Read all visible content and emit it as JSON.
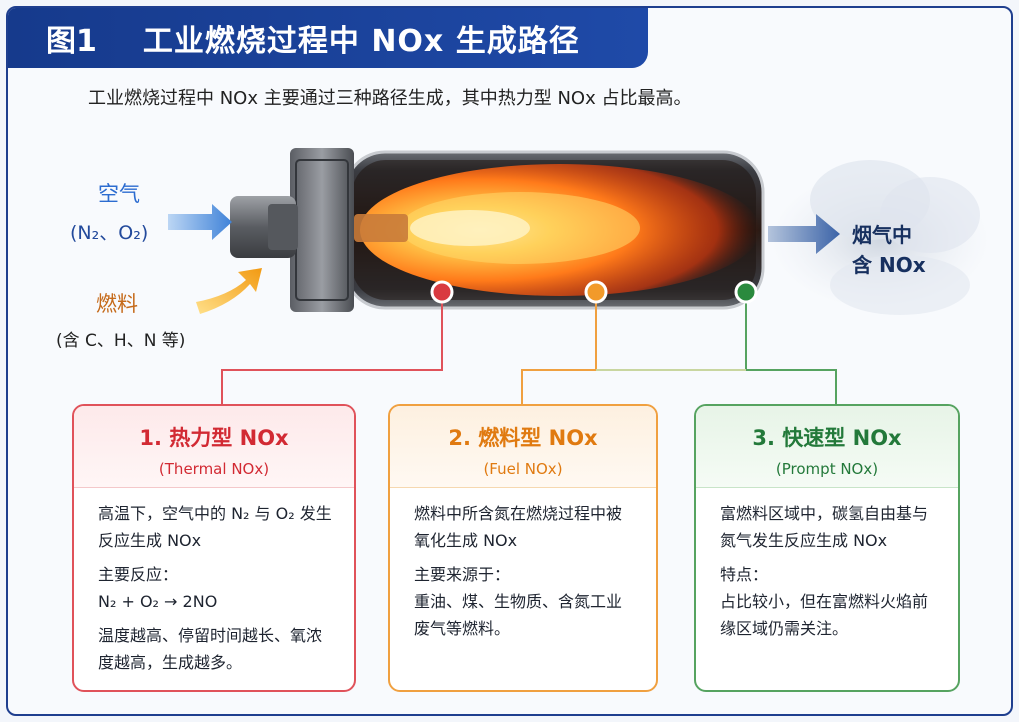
{
  "header": {
    "number": "图1",
    "title": "工业燃烧过程中 NOx 生成路径"
  },
  "intro": "工业燃烧过程中 NOx 主要通过三种路径生成，其中热力型 NOx 占比最高。",
  "inputs": {
    "air_label": "空气",
    "air_formula": "(N₂、O₂)",
    "fuel_label": "燃料",
    "fuel_formula": "(含 C、H、N 等)"
  },
  "output": {
    "line1": "烟气中",
    "line2": "含 NOx"
  },
  "colors": {
    "thermal": "#d22a33",
    "fuel": "#e07a10",
    "prompt": "#23793a",
    "header": "#1f3f8f"
  },
  "cards": [
    {
      "title": "1. 热力型 NOx",
      "subtitle": "(Thermal NOx)",
      "p1": "高温下，空气中的 N₂ 与 O₂ 发生反应生成 NOx",
      "p2a": "主要反应：",
      "p2b": "N₂ + O₂ → 2NO",
      "p3": "温度越高、停留时间越长、氧浓度越高，生成越多。"
    },
    {
      "title": "2. 燃料型 NOx",
      "subtitle": "(Fuel NOx)",
      "p1": "燃料中所含氮在燃烧过程中被氧化生成 NOx",
      "p2a": "主要来源于：",
      "p2b": "重油、煤、生物质、含氮工业废气等燃料。"
    },
    {
      "title": "3. 快速型 NOx",
      "subtitle": "(Prompt NOx)",
      "p1": "富燃料区域中，碳氢自由基与氮气发生反应生成 NOx",
      "p2a": "特点：",
      "p2b": "占比较小，但在富燃料火焰前缘区域仍需关注。"
    }
  ]
}
